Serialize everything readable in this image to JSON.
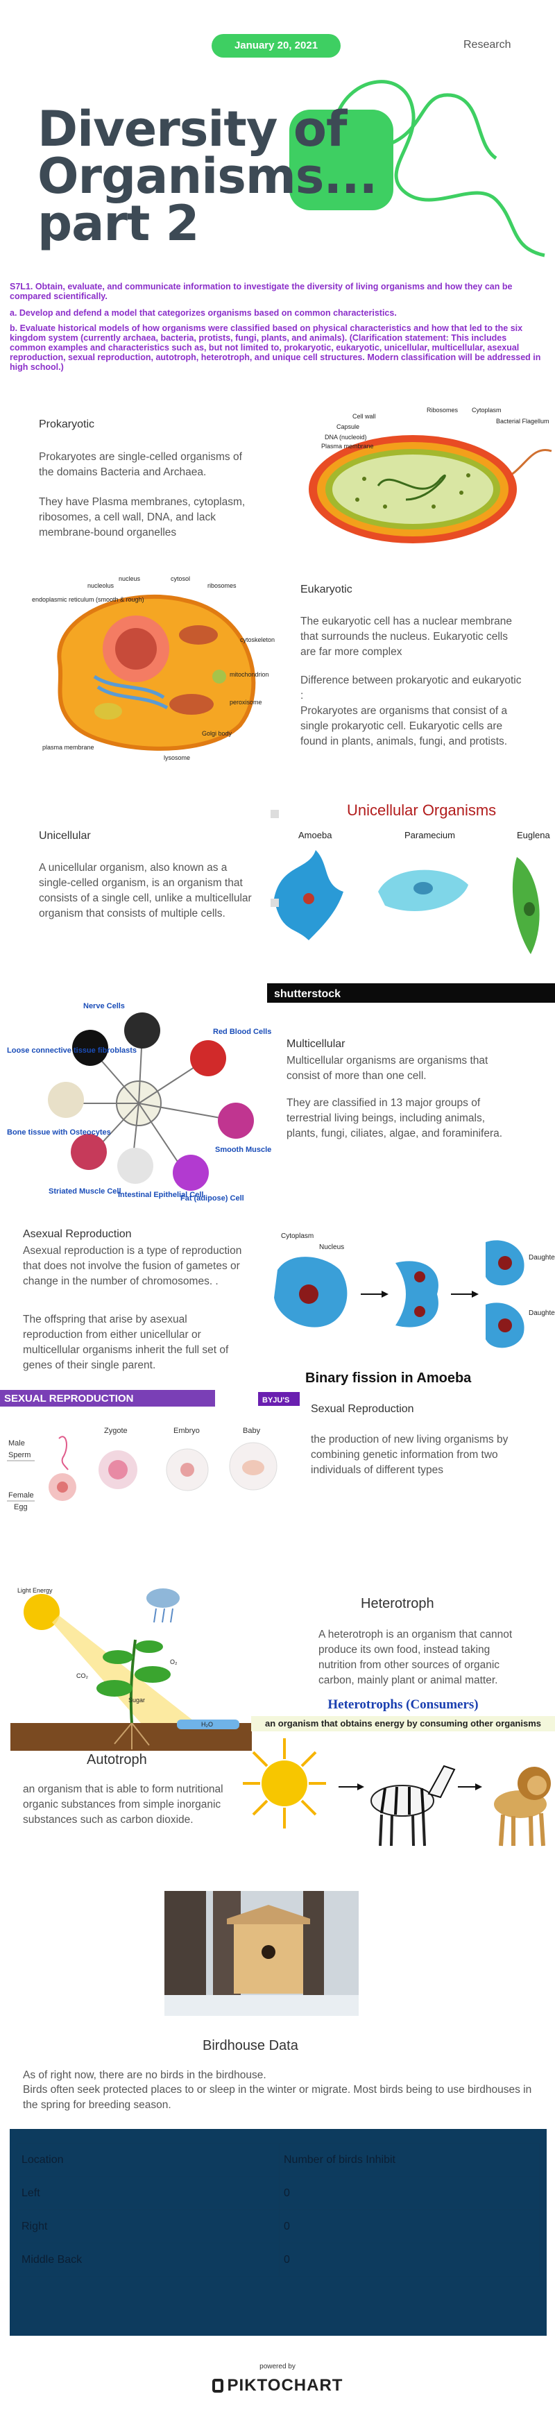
{
  "header": {
    "date": "January 20, 2021",
    "link": "Research"
  },
  "title": {
    "line1": "Diversity of",
    "line2": "Organisms...",
    "line3": "part 2"
  },
  "standards": {
    "s1": "S7L1. Obtain, evaluate, and communicate information to investigate the diversity of living organisms and how they can be compared scientifically.",
    "s2": "a. Develop and defend a model that categorizes organisms based on common characteristics.",
    "s3": "b. Evaluate historical models of how organisms were classified based on physical characteristics and how that led to the six kingdom system (currently archaea, bacteria, protists, fungi, plants, and animals). (Clarification statement: This includes common examples and characteristics such as, but not limited to, prokaryotic, eukaryotic, unicellular, multicellular, asexual reproduction, sexual reproduction, autotroph, heterotroph, and unique cell structures. Modern classification will be addressed in high school.)"
  },
  "prokaryotic": {
    "heading": "Prokaryotic",
    "p1": "Prokaryotes are single-celled organisms of the domains Bacteria and Archaea.",
    "p2": "They have Plasma membranes, cytoplasm, ribosomes, a cell wall, DNA, and lack membrane-bound organelles",
    "labels": [
      "Cell wall",
      "Capsule",
      "DNA (nucleoid)",
      "Plasma membrane",
      "Ribosomes",
      "Cytoplasm",
      "Bacterial Flagellum"
    ]
  },
  "eukaryotic": {
    "heading": "Eukaryotic",
    "p1": "The eukaryotic cell has a nuclear membrane that surrounds the nucleus. Eukaryotic cells are far more complex",
    "p2": "Difference between prokaryotic and eukaryotic :",
    "p3": "Prokaryotes are organisms that consist of a single prokaryotic cell. Eukaryotic cells are found in plants, animals, fungi, and protists.",
    "labels": [
      "nucleus",
      "cytosol",
      "endoplasmic reticulum (smooth & rough)",
      "nucleolus",
      "ribosomes",
      "cytoskeleton",
      "mitochondrion",
      "peroxisome",
      "Golgi body",
      "lysosome",
      "plasma membrane"
    ]
  },
  "unicellular": {
    "heading": "Unicellular",
    "text": "A unicellular organism, also known as a single-celled organism, is an organism that consists of a single cell, unlike a multicellular organism that consists of multiple cells.",
    "image_title": "Unicellular Organisms",
    "organisms": [
      "Amoeba",
      "Paramecium",
      "Euglena"
    ],
    "watermark": "shutterstock"
  },
  "multicellular": {
    "heading": "Multicellular",
    "p1": "Multicellular organisms are organisms that consist of more than one cell.",
    "p2": "They are classified in 13 major groups of terrestrial living beings, including animals, plants, fungi, ciliates, algae, and foraminifera.",
    "cells": [
      "Nerve Cells",
      "Loose connective tissue fibroblasts",
      "Red Blood Cells",
      "Smooth Muscle",
      "Bone tissue with Osteocytes",
      "Striated Muscle Cell",
      "Intestinal Epithelial Cell",
      "Fat (adipose) Cell"
    ]
  },
  "asexual": {
    "heading": "Asexual Reproduction",
    "p1": "Asexual reproduction is a type of reproduction that does not involve the fusion of gametes or change in the number of chromosomes. .",
    "p2": "The offspring that arise by asexual reproduction from either unicellular or multicellular organisms inherit the full set of genes of their single parent.",
    "image_caption": "Binary fission in Amoeba",
    "labels": [
      "Cytoplasm",
      "Nucleus",
      "Daughter",
      "Daughter"
    ]
  },
  "sexual": {
    "heading": "Sexual Reproduction",
    "text": "the production of new living organisms by combining genetic information from two individuals of different types",
    "banner": "SEXUAL REPRODUCTION",
    "brand": "BYJU'S",
    "stages": [
      "Male",
      "Sperm",
      "Zygote",
      "Embryo",
      "Baby",
      "Female",
      "Egg"
    ]
  },
  "heterotroph": {
    "heading": "Heterotroph",
    "text": "A heterotroph is an organism that cannot produce its own food, instead taking nutrition from other sources of organic carbon, mainly plant or animal matter.",
    "banner_title": "Heterotrophs (Consumers)",
    "banner_text": "an organism that obtains energy by consuming other organisms"
  },
  "autotroph": {
    "heading": "Autotroph",
    "text": "an organism that is able to form nutritional organic substances from simple inorganic substances such as carbon dioxide.",
    "labels": [
      "Light Energy",
      "CO₂",
      "O₂",
      "Sugar",
      "H₂O"
    ]
  },
  "birdhouse": {
    "heading": "Birdhouse Data",
    "p1": "As of right now, there are no birds in the birdhouse.",
    "p2": "Birds often seek protected places to or sleep in the winter or migrate. Most birds being to use birdhouses in the spring for breeding season.",
    "table": {
      "headers": [
        "Location",
        "Number of birds Inhibit"
      ],
      "rows": [
        [
          "Left",
          "0"
        ],
        [
          "Right",
          "0"
        ],
        [
          "Middle Back",
          "0"
        ]
      ]
    }
  },
  "footer": {
    "powered": "powered by",
    "brand": "PIKTOCHART"
  },
  "colors": {
    "green": "#3ecf62",
    "purple": "#8b2fc9",
    "title": "#3d4a55",
    "navy": "#0d3b5e"
  }
}
